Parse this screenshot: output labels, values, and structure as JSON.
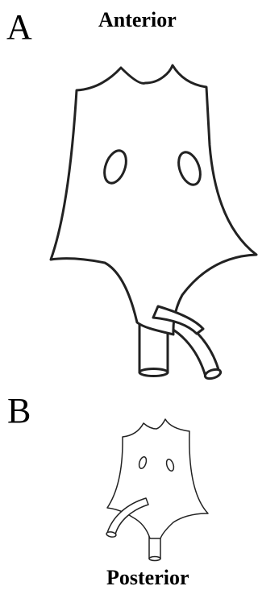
{
  "panel_a": {
    "letter": "A",
    "view_label": "Anterior"
  },
  "panel_b": {
    "letter": "B",
    "view_label": "Posterior"
  },
  "colors": {
    "outline": "#222222",
    "background": "#ffffff",
    "text": "#000000"
  }
}
